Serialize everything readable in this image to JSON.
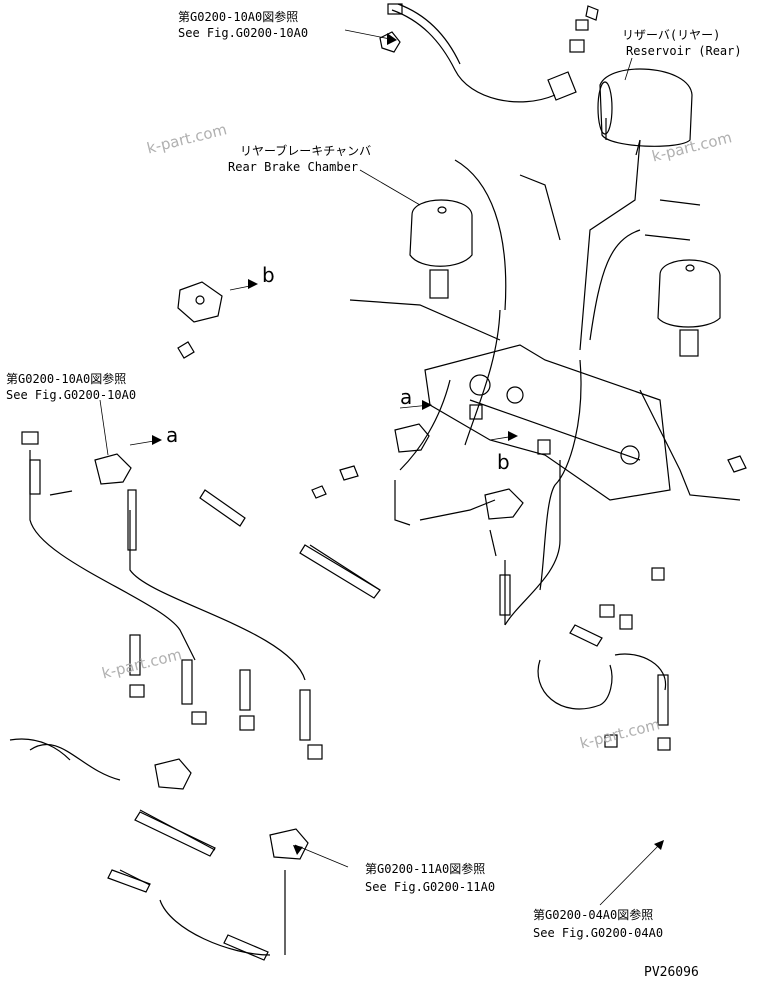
{
  "drawing_id": "PV26096",
  "callouts": {
    "ref_10a0_top": {
      "jp": "第G0200-10A0図参照",
      "en": "See Fig.G0200-10A0"
    },
    "reservoir": {
      "jp": "リザーバ(リヤー)",
      "en": "Reservoir (Rear)"
    },
    "rear_brake_chamber": {
      "jp": "リヤーブレーキチャンバ",
      "en": "Rear Brake Chamber"
    },
    "ref_10a0_left": {
      "jp": "第G0200-10A0図参照",
      "en": "See Fig.G0200-10A0"
    },
    "ref_11a0": {
      "jp": "第G0200-11A0図参照",
      "en": "See Fig.G0200-11A0"
    },
    "ref_04a0": {
      "jp": "第G0200-04A0図参照",
      "en": "See Fig.G0200-04A0"
    }
  },
  "view_markers": {
    "a": "a",
    "b": "b"
  },
  "watermark": "k-part.com"
}
